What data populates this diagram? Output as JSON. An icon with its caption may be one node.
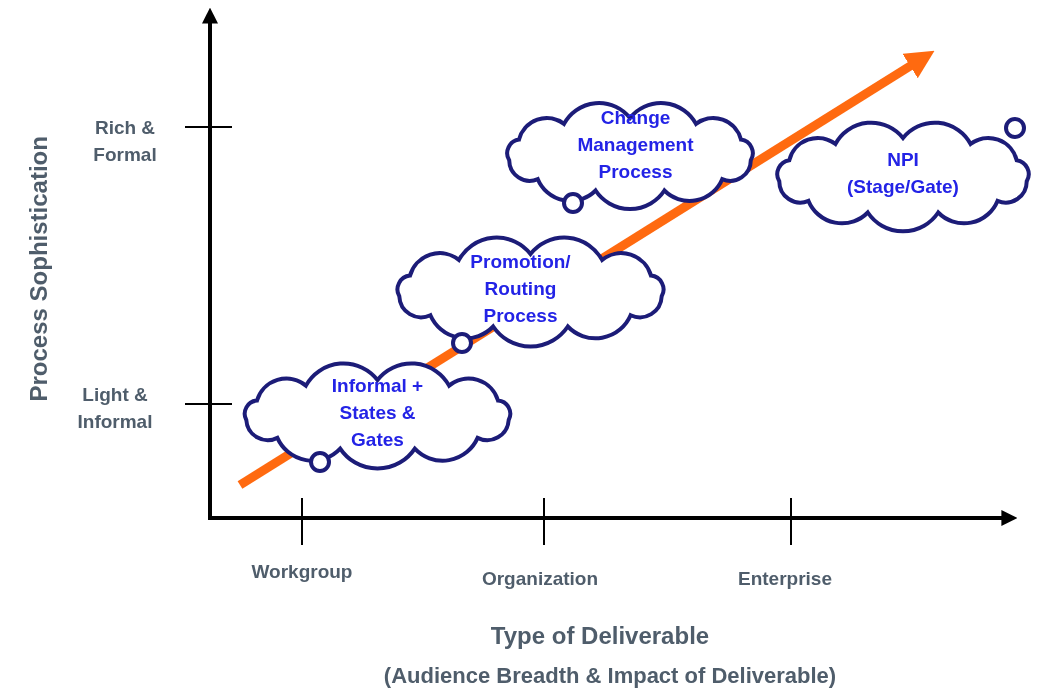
{
  "diagram": {
    "nodes": [
      {
        "text": [
          "Informal + States & Gates"
        ]
      },
      {
        "text": [
          "Promotion/ Routing Process"
        ]
      },
      {
        "text": [
          "Change Management Process"
        ]
      },
      {
        "text": [
          "NPI (Stage/Gate)"
        ]
      }
    ],
    "labels": [
      "Process Sophistication",
      "Rich & Formal",
      "Light & Informal",
      "Workgroup",
      "Organization",
      "Enterprise",
      "Type of Deliverable",
      "(Audience Breadth & Impact of Deliverable)"
    ]
  }
}
